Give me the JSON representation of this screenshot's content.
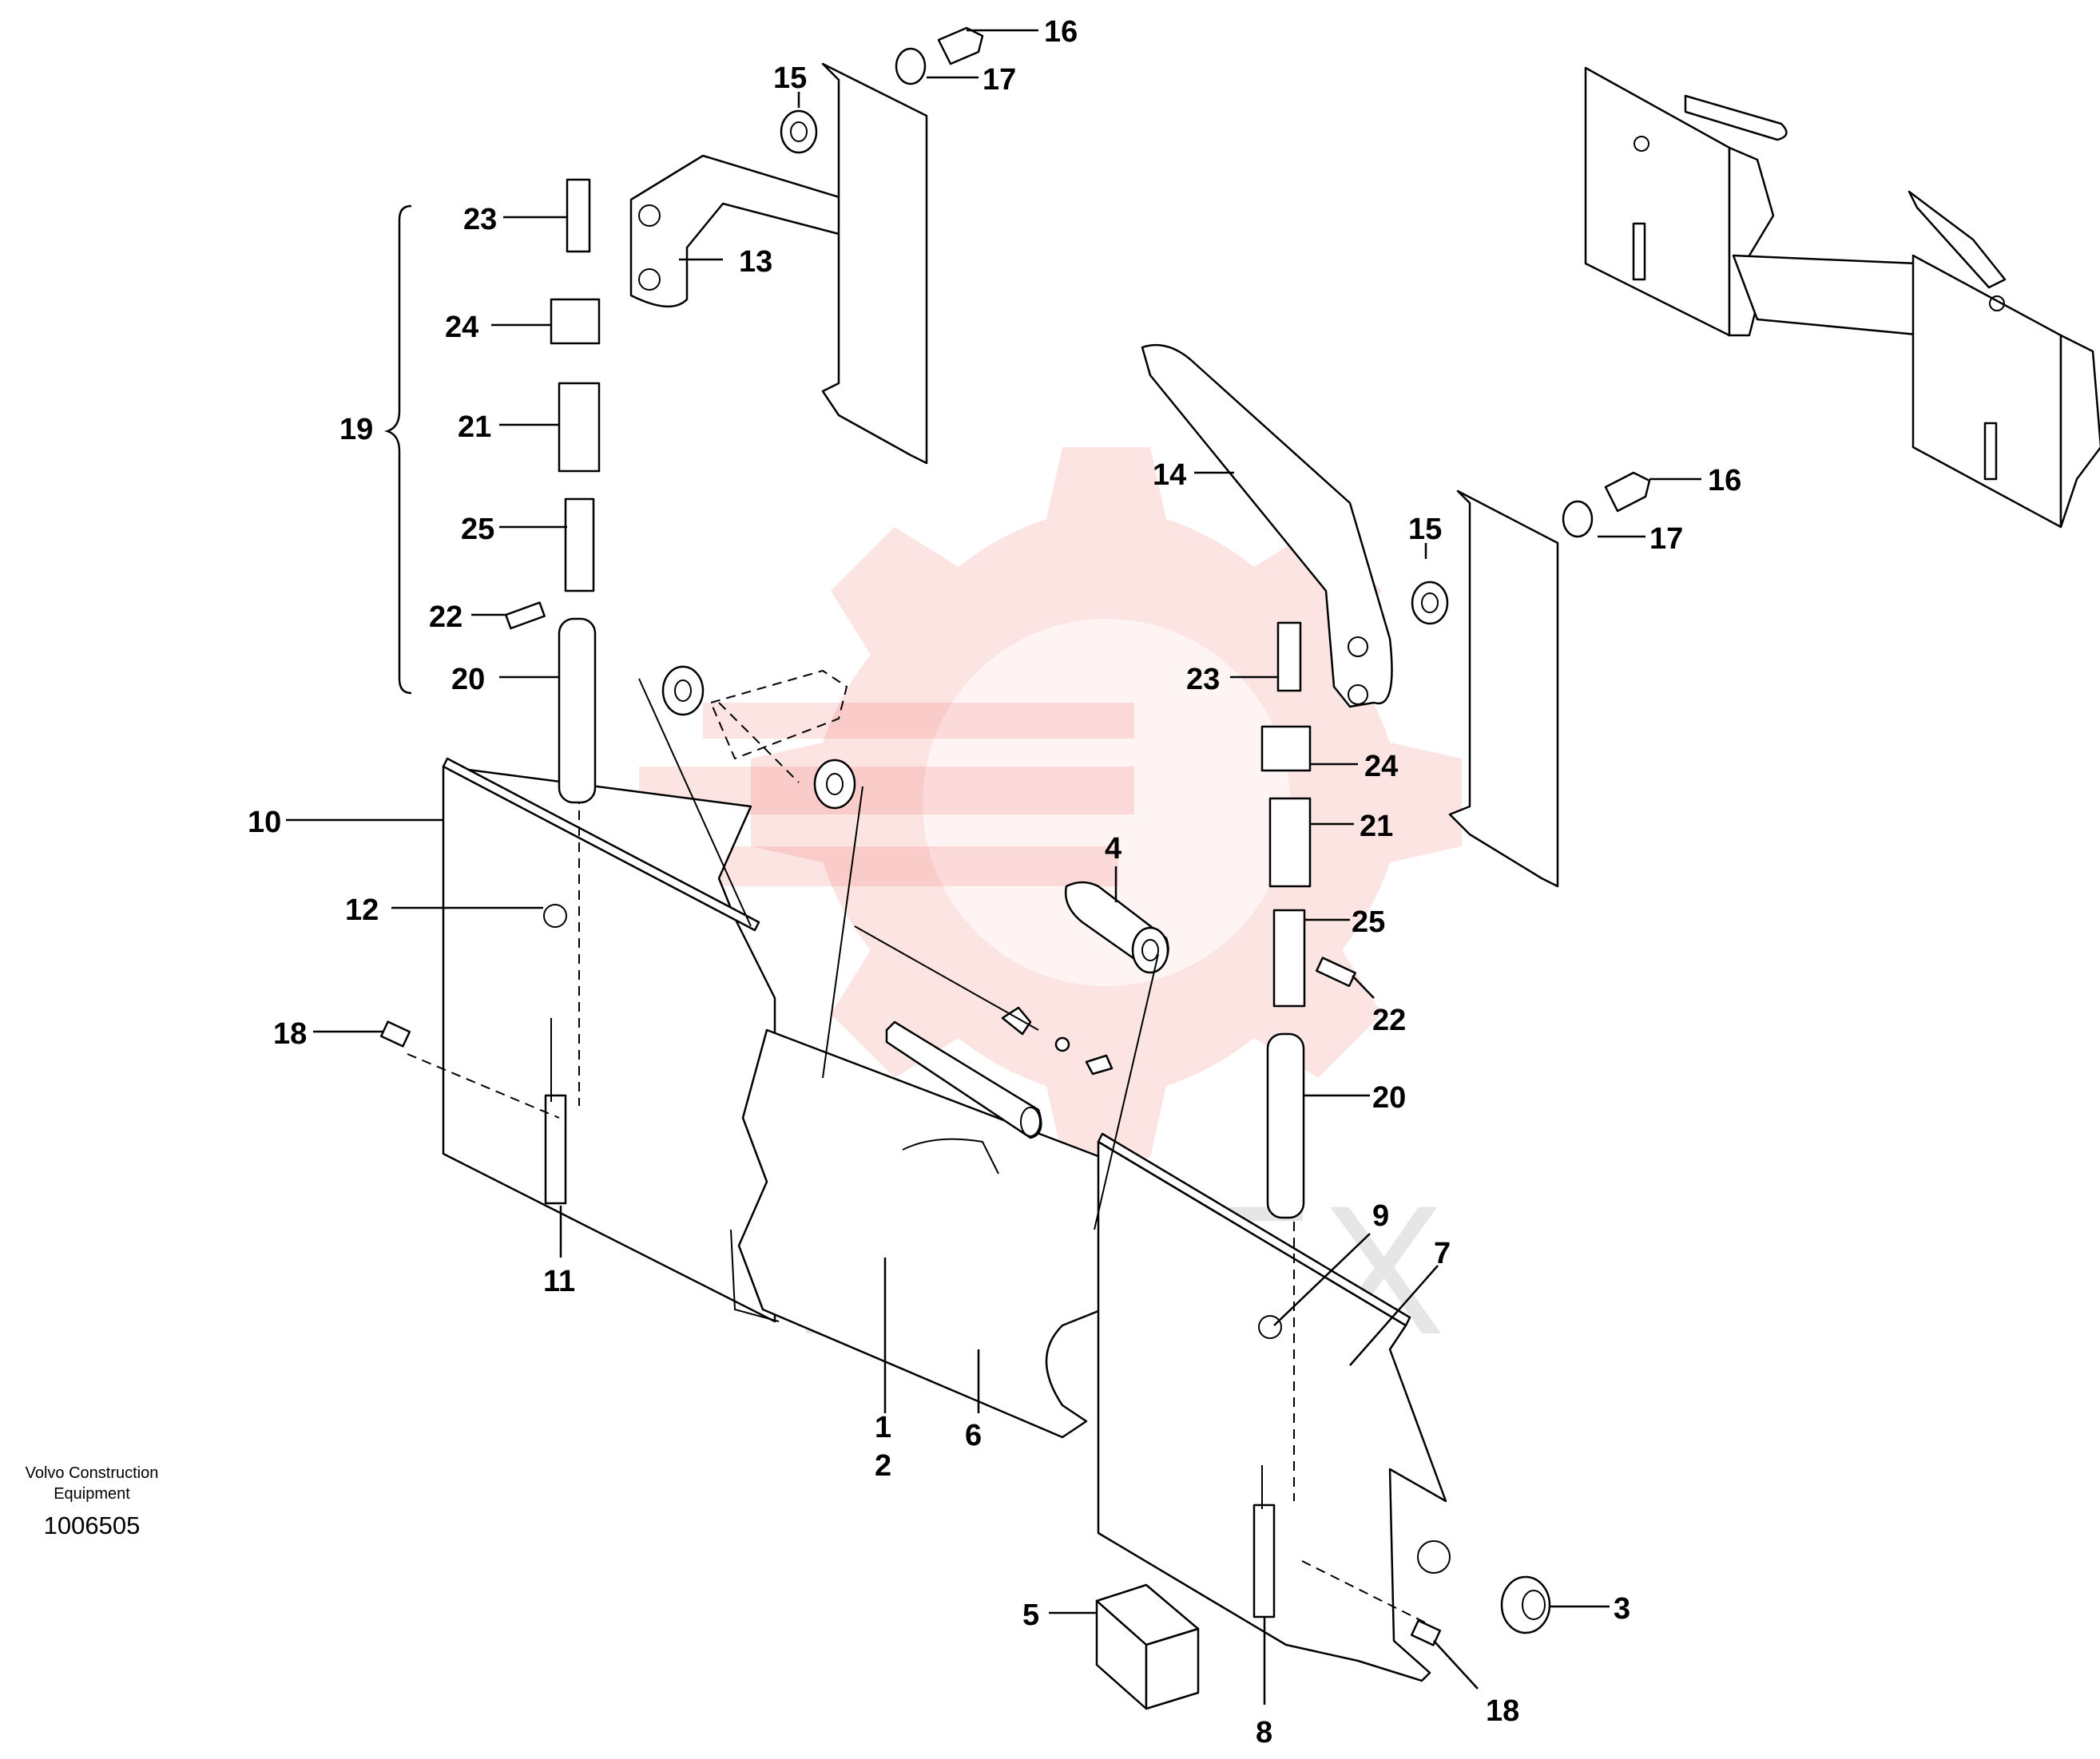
{
  "brand": {
    "line1": "Volvo Construction",
    "line2": "Equipment"
  },
  "drawing_number": "1006505",
  "watermark": "ИНТЕХ",
  "callouts": [
    "1",
    "2",
    "3",
    "4",
    "5",
    "6",
    "7",
    "8",
    "9",
    "10",
    "11",
    "12",
    "13",
    "14",
    "15",
    "16",
    "17",
    "18",
    "19",
    "20",
    "21",
    "22",
    "23",
    "24",
    "25"
  ],
  "colors": {
    "watermark": "#e8302a",
    "lines": "#000000",
    "background": "#ffffff"
  }
}
